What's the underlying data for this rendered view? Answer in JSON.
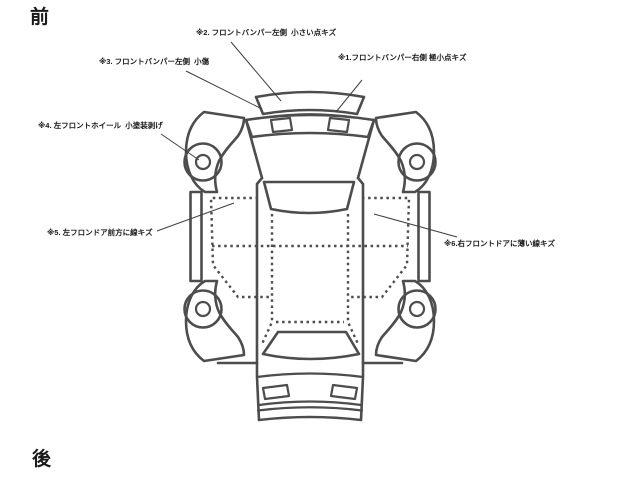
{
  "diagram": {
    "type": "vehicle-damage-map",
    "orientation_front": "前",
    "orientation_rear": "後",
    "line_color": "#4d4d4d",
    "background_color": "#ffffff"
  },
  "annotations": [
    {
      "id": "※1",
      "text": "※1.フロントバンパー右側 極小点キズ"
    },
    {
      "id": "※2",
      "text": "※2. フロントバンパー左側  小さい点キズ"
    },
    {
      "id": "※3",
      "text": "※3. フロントバンパー左側  小傷"
    },
    {
      "id": "※4",
      "text": "※4. 左フロントホイール  小塗装剥げ"
    },
    {
      "id": "※5",
      "text": "※5. 左フロンドア前方に線キズ"
    },
    {
      "id": "※6",
      "text": "※6.右フロントドアに薄い線キズ"
    }
  ]
}
